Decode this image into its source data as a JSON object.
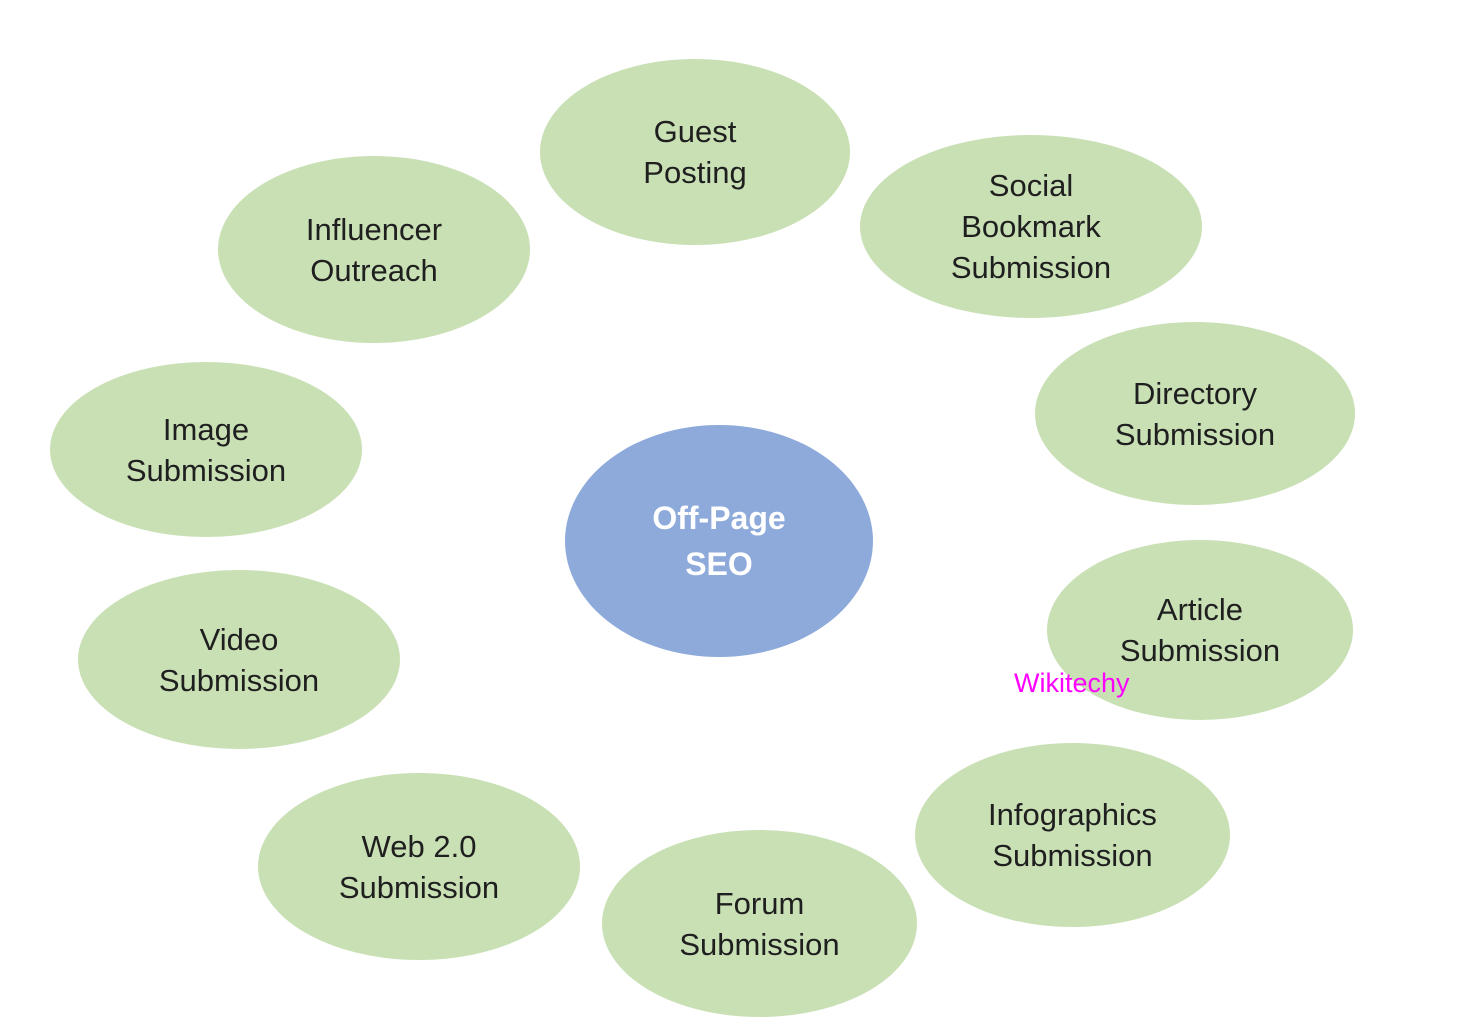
{
  "diagram": {
    "title": "Off-Page SEO techniques diagram",
    "center": {
      "id": "off-page-seo",
      "label": "Off-Page\nSEO"
    },
    "nodes": [
      {
        "id": "guest-posting",
        "label": "Guest\nPosting"
      },
      {
        "id": "social-bookmark-submission",
        "label": "Social\nBookmark\nSubmission"
      },
      {
        "id": "directory-submission",
        "label": "Directory\nSubmission"
      },
      {
        "id": "article-submission",
        "label": "Article\nSubmission"
      },
      {
        "id": "infographics-submission",
        "label": "Infographics\nSubmission"
      },
      {
        "id": "forum-submission",
        "label": "Forum\nSubmission"
      },
      {
        "id": "web-2-0-submission",
        "label": "Web 2.0\nSubmission"
      },
      {
        "id": "video-submission",
        "label": "Video\nSubmission"
      },
      {
        "id": "image-submission",
        "label": "Image\nSubmission"
      },
      {
        "id": "influencer-outreach",
        "label": "Influencer\nOutreach"
      }
    ],
    "watermark": {
      "label": "Wikitechy"
    },
    "colors": {
      "background": "#FFFFFF",
      "node_fill": "#C9E0B5",
      "node_text": "#1F1F1F",
      "center_fill": "#8EAADB",
      "center_text": "#FFFFFF",
      "watermark_text": "#FF00FF"
    }
  }
}
